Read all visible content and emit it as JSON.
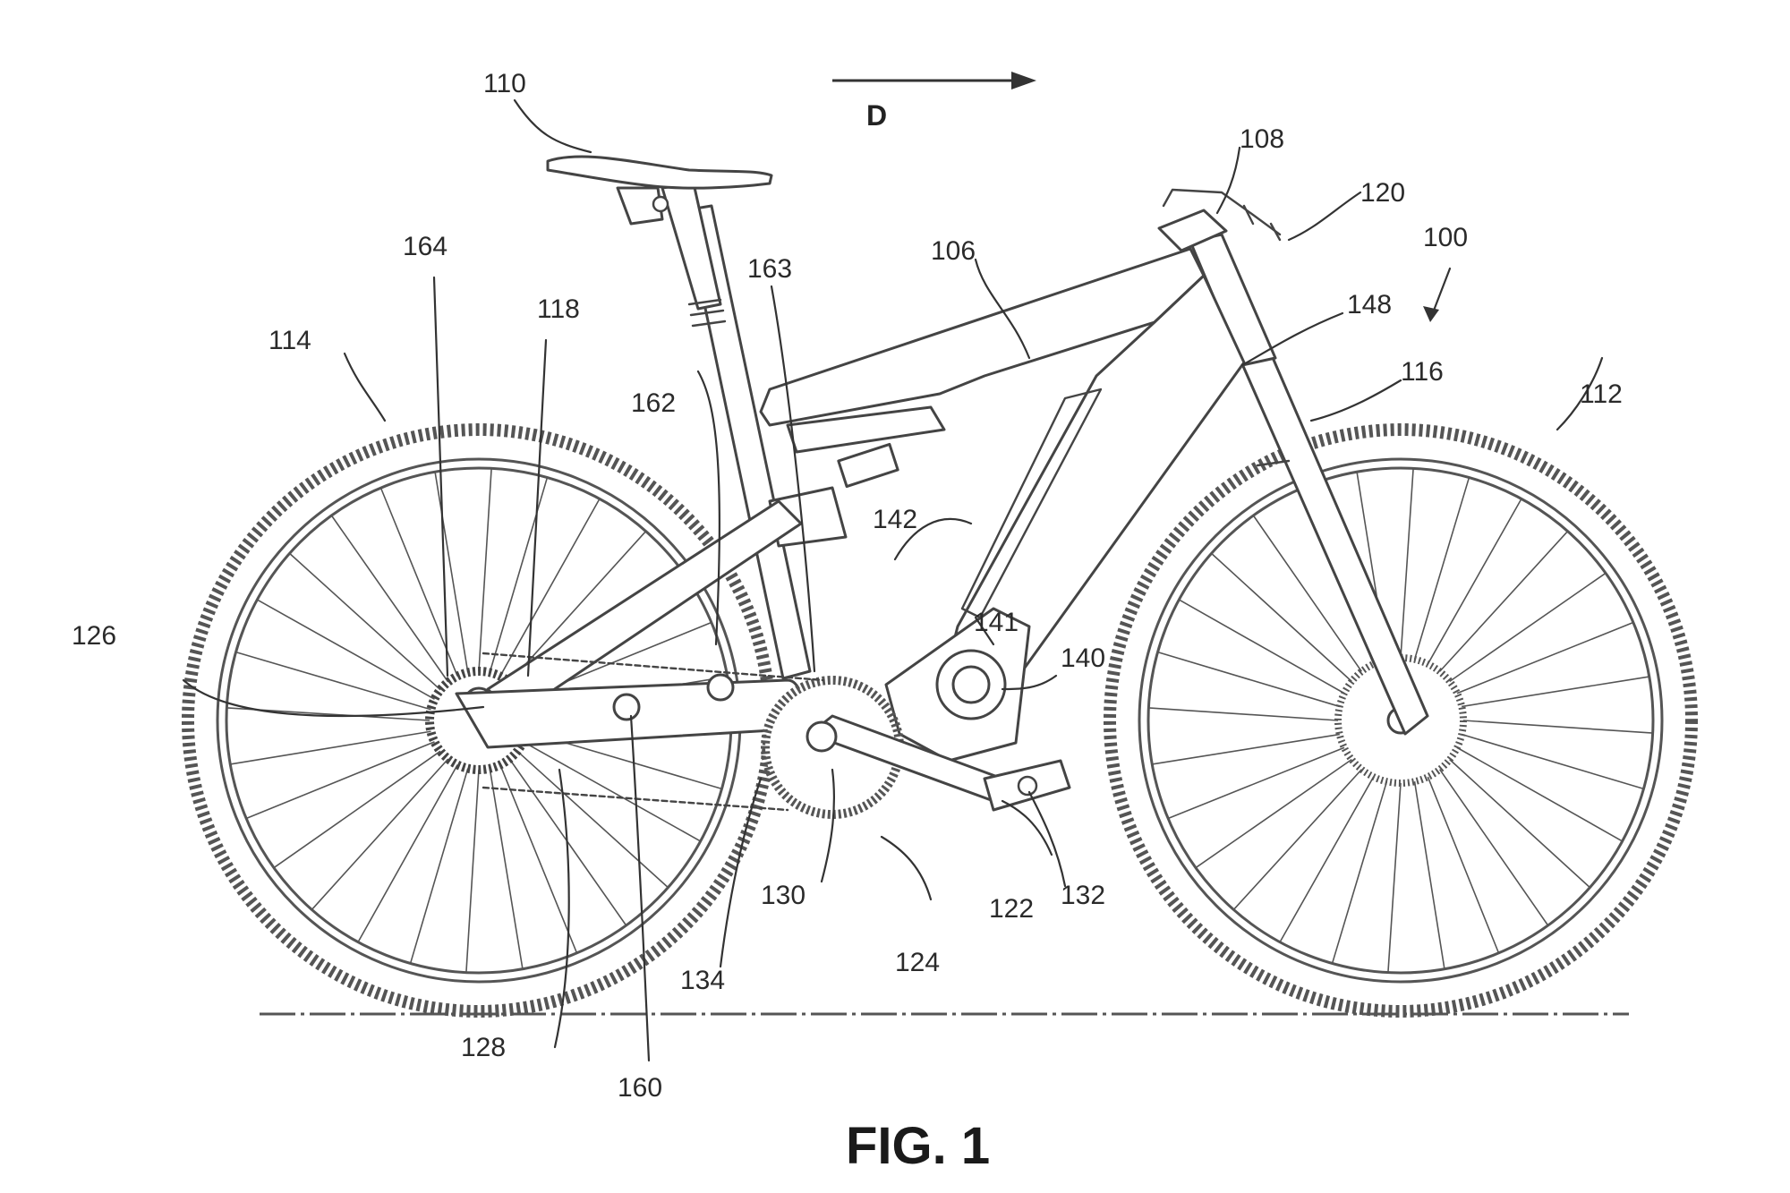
{
  "figure_caption": "FIG. 1",
  "direction_label": "D",
  "labels": {
    "l100": "100",
    "l106": "106",
    "l108": "108",
    "l110": "110",
    "l112": "112",
    "l114": "114",
    "l116": "116",
    "l118": "118",
    "l120": "120",
    "l122": "122",
    "l124": "124",
    "l126": "126",
    "l128": "128",
    "l130": "130",
    "l132": "132",
    "l134": "134",
    "l140": "140",
    "l141": "141",
    "l142": "142",
    "l148": "148",
    "l160": "160",
    "l162": "162",
    "l163": "163",
    "l164": "164"
  }
}
